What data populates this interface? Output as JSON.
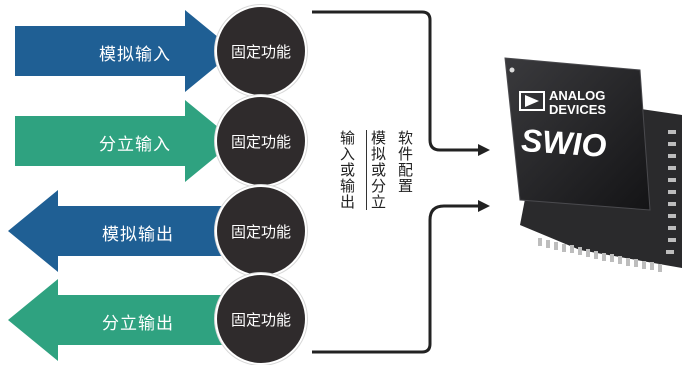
{
  "inputs": [
    {
      "label": "模拟输入",
      "color": "#1f5f94"
    },
    {
      "label": "分立输入",
      "color": "#2fa280"
    }
  ],
  "outputs": [
    {
      "label": "模拟输出",
      "color": "#1f5f94"
    },
    {
      "label": "分立输出",
      "color": "#2fa280"
    }
  ],
  "fixed_label": "固定功能",
  "config_lines": [
    "软件配置",
    "模拟或分立",
    "输入或输出"
  ],
  "chip": {
    "brand_line1": "ANALOG",
    "brand_line2": "DEVICES",
    "product": "SWIO"
  },
  "colors": {
    "chip": "#1b1b1d",
    "lead": "#b8b8b8"
  }
}
